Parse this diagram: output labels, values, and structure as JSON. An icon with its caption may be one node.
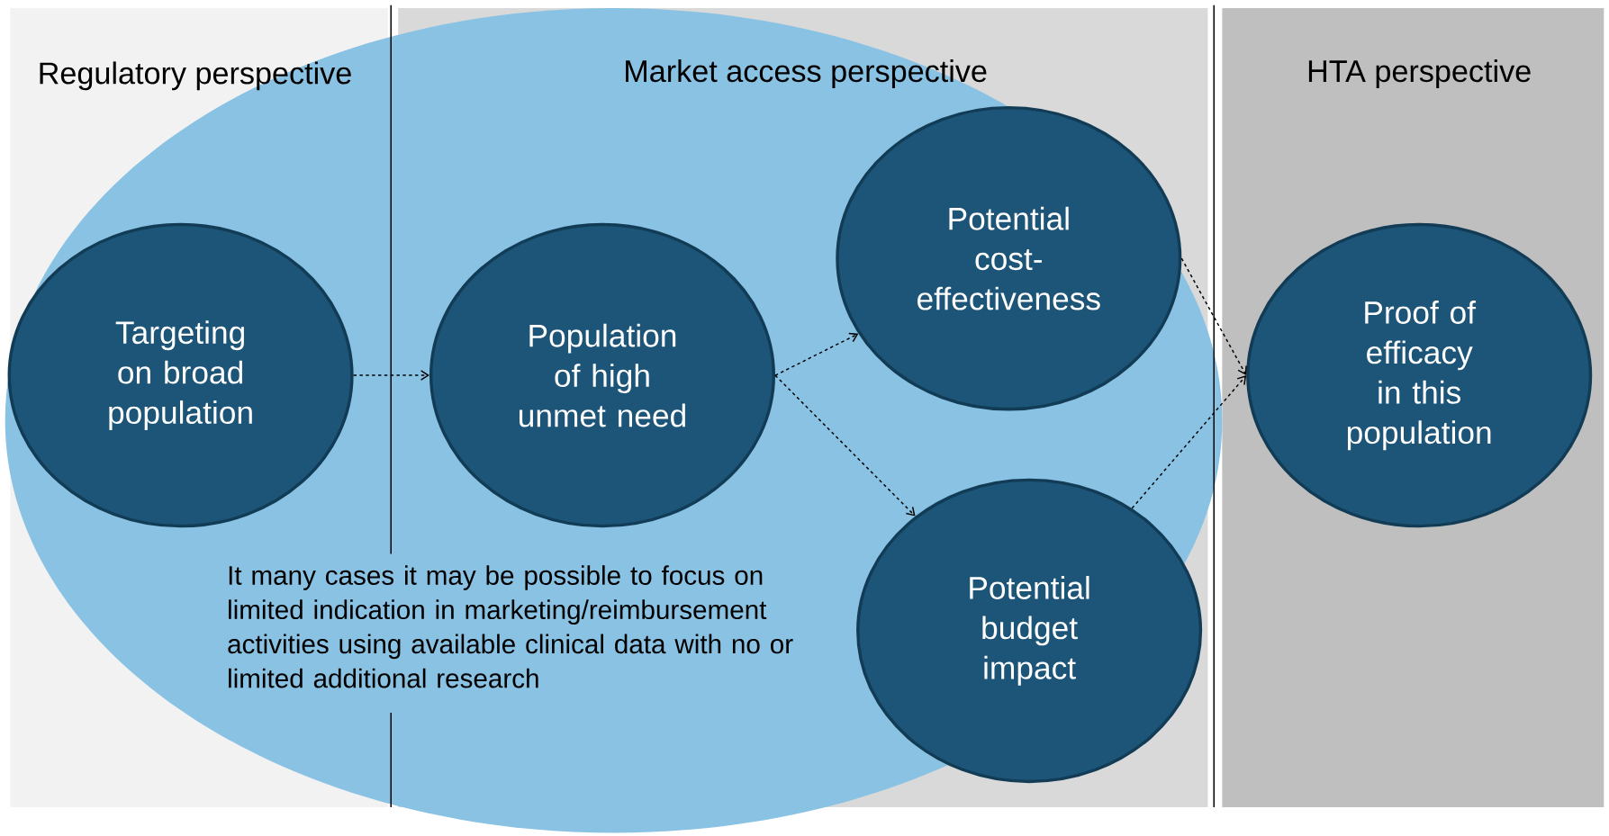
{
  "diagram": {
    "nodes": [
      {
        "text": [
          "Targeting on broad population"
        ]
      },
      {
        "text": [
          "Population of high unmet need"
        ]
      },
      {
        "text": [
          "Potential cost-effectiveness"
        ]
      },
      {
        "text": [
          "Potential budget impact"
        ]
      },
      {
        "text": [
          "Proof of efficacy in this population"
        ]
      }
    ],
    "edges": [
      {
        "from": 0,
        "to": 1,
        "arrow": "to",
        "style": "dashed"
      },
      {
        "from": 1,
        "to": 2,
        "arrow": "to",
        "style": "dashed"
      },
      {
        "from": 1,
        "to": 3,
        "arrow": "to",
        "style": "dashed"
      },
      {
        "from": 2,
        "to": 4,
        "arrow": "to",
        "style": "dashed"
      },
      {
        "from": 3,
        "to": 4,
        "arrow": "to",
        "style": "dashed"
      }
    ],
    "labels": [
      "Regulatory perspective",
      "Market access perspective",
      "HTA perspective",
      "It many cases it may be possible to focus on limited indication in marketing/reimbursement activities using available clinical data with no or limited additional research"
    ]
  }
}
